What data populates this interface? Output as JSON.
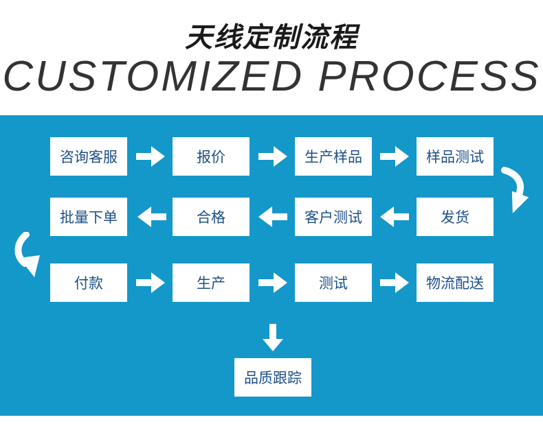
{
  "title_cn": "天线定制流程",
  "title_en": "CUSTOMIZED PROCESS",
  "colors": {
    "panel": "#1497c9",
    "box": "#ffffff",
    "box_text": "#1d4f86",
    "arrow": "#ffffff"
  },
  "steps": {
    "row1": [
      "咨询客服",
      "报价",
      "生产样品",
      "样品测试"
    ],
    "row2": [
      "批量下单",
      "合格",
      "客户测试",
      "发货"
    ],
    "row3": [
      "付款",
      "生产",
      "测试",
      "物流配送"
    ],
    "final": "品质跟踪"
  }
}
